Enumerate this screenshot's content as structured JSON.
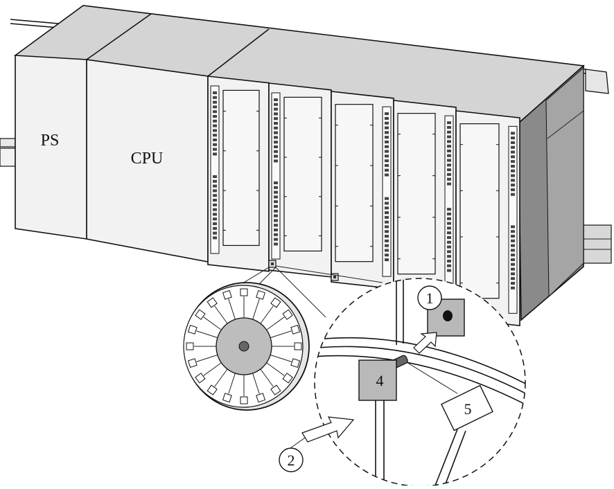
{
  "modules": {
    "ps_label": "PS",
    "cpu_label": "CPU"
  },
  "callouts": {
    "c1": "1",
    "c2": "2",
    "c4": "4",
    "c5": "5"
  },
  "colors": {
    "top_face": "#d4d4d4",
    "front_face": "#f2f2f2",
    "side_dark": "#8a8a8a",
    "led_fill": "#444444",
    "slot_fill": "#f7f7f7",
    "hub_fill": "#bdbdbd",
    "marker_fill": "#b9b9b9"
  }
}
